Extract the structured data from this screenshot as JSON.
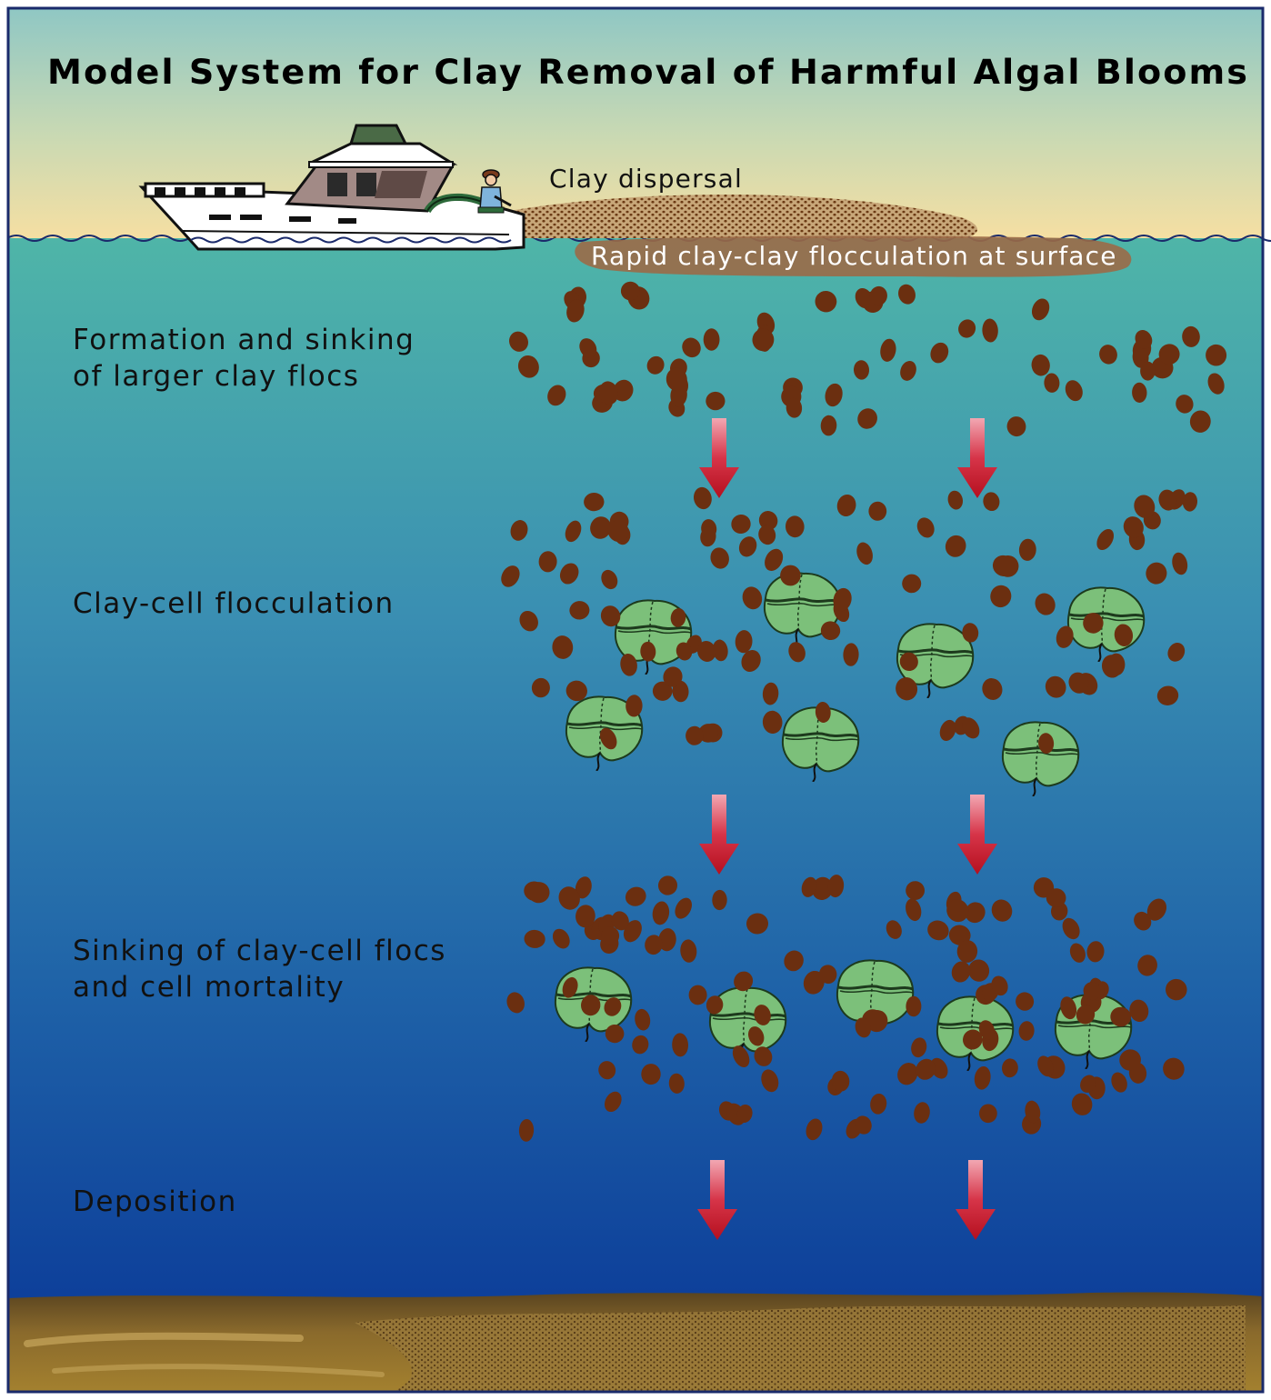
{
  "title": "Model System for Clay Removal of Harmful Algal Blooms",
  "labels": {
    "clay_dispersal": "Clay dispersal",
    "surface_flocculation": "Rapid clay-clay flocculation at surface",
    "stage1_line1": "Formation and sinking",
    "stage1_line2": "of larger clay flocs",
    "stage2": "Clay-cell flocculation",
    "stage3_line1": "Sinking of clay-cell flocs",
    "stage3_line2": "and cell mortality",
    "stage4": "Deposition"
  },
  "colors": {
    "sky_top": "#8fc7c4",
    "sky_bottom": "#f6dfa2",
    "water_top": "#4fb5a8",
    "water_mid": "#2a7fb0",
    "water_bottom": "#0d3f9a",
    "sediment": "#7a5a22",
    "clay_floc": "#6b2f10",
    "algal_cell": "#7cc07a",
    "arrow": "#c8102e",
    "frame": "#1a2a6b"
  },
  "icons": [
    "boat-icon",
    "person-icon",
    "algal-cell-icon",
    "clay-floc-icon",
    "down-arrow-icon"
  ]
}
